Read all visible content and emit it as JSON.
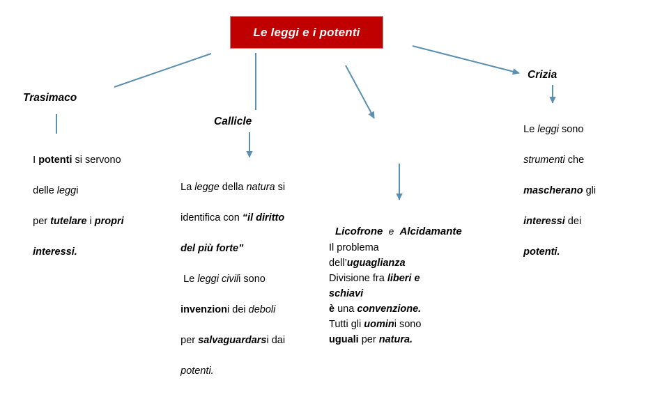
{
  "colors": {
    "banner_fill": "#C00000",
    "banner_text": "#FFFFFF",
    "banner_border": "#9A9A9A",
    "connector": "#5B8FB0",
    "body_text": "#000000",
    "background": "#FFFFFF"
  },
  "title": {
    "text": "Le leggi e i potenti"
  },
  "nodes": {
    "trasimaco": {
      "heading": "Trasimaco",
      "body": "I potenti si servono delle leggi per tutelare i propri interessi.",
      "body_lines": [
        "I potenti si servono",
        "delle leggi",
        "per tutelare i propri",
        "interessi."
      ]
    },
    "callicle": {
      "heading": "Callicle",
      "body": "La legge della natura si identifica con “il diritto del più forte” Le leggi civili sono invenzioni dei deboli per salvaguardarsi dai potenti.",
      "body_lines": [
        "La legge della natura si",
        "identifica con “il diritto",
        "del più forte”",
        " Le leggi civili sono",
        "invenzioni dei deboli",
        "per salvaguardarsi dai",
        "potenti."
      ]
    },
    "crizia": {
      "heading": "Crizia",
      "body": "Le leggi sono strumenti che mascherano gli interessi dei potenti.",
      "body_lines": [
        "Le leggi sono",
        "strumenti che",
        "mascherano gli",
        "interessi dei",
        "potenti."
      ]
    },
    "licofrone": {
      "heading_part_1": "Licofrone",
      "heading_conjunction": "e",
      "heading_part_2": "Alcidamante",
      "heading": "Licofrone  e  Alcidamante",
      "body": "Il problema dell’uguaglianza Divisione fra liberi e schiavi è una convenzione. Tutti gli uomini sono uguali per natura.",
      "body_lines": [
        "Il problema",
        "dell’uguaglianza",
        "Divisione fra liberi e",
        "schiavi",
        "è una convenzione.",
        "Tutti gli uomini sono",
        "uguali per natura."
      ]
    }
  },
  "connectors": [
    {
      "name": "title-to-trasimaco",
      "from": "title-box-left",
      "to": "trasimaco-heading",
      "style": "line"
    },
    {
      "name": "title-to-callicle",
      "from": "title-box-bottom",
      "to": "callicle-heading",
      "style": "line"
    },
    {
      "name": "title-to-licofrone",
      "from": "title-box-bottom",
      "to": "licofrone-block",
      "style": "arrow"
    },
    {
      "name": "title-to-crizia",
      "from": "title-box-right",
      "to": "crizia-heading",
      "style": "arrow"
    },
    {
      "name": "trasimaco-stem",
      "from": "trasimaco-heading",
      "to": "trasimaco-body",
      "style": "line"
    },
    {
      "name": "callicle-stem",
      "from": "callicle-heading",
      "to": "callicle-body",
      "style": "arrow"
    },
    {
      "name": "crizia-stem",
      "from": "crizia-heading",
      "to": "crizia-body",
      "style": "arrow"
    },
    {
      "name": "licofrone-stem",
      "from": "upper-branch",
      "to": "licofrone-block",
      "style": "arrow"
    }
  ]
}
